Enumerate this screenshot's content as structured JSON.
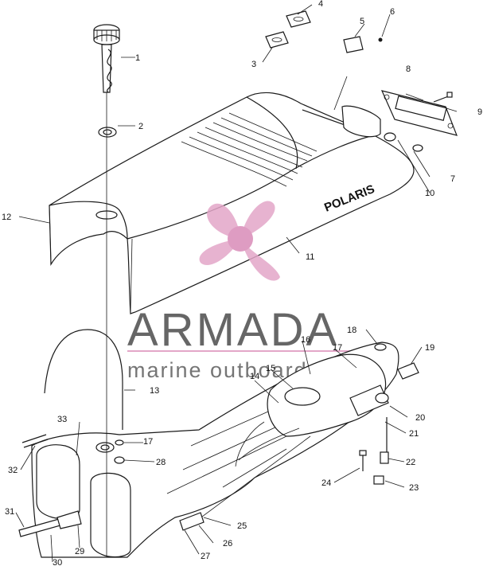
{
  "brand_text": "POLARIS",
  "watermark": {
    "title": "ARMADA",
    "subtitle": "marine outboards",
    "title_color": "#5a5a5a",
    "subtitle_color": "#6a6a6a",
    "logo_color": "#e3a6c8",
    "line_color": "#e3a6c8"
  },
  "callouts": [
    "1",
    "2",
    "3",
    "4",
    "5",
    "6",
    "7",
    "8",
    "9",
    "10",
    "11",
    "12",
    "13",
    "14",
    "15",
    "16",
    "17",
    "17",
    "18",
    "19",
    "20",
    "21",
    "22",
    "23",
    "24",
    "25",
    "26",
    "27",
    "28",
    "29",
    "30",
    "31",
    "32",
    "33"
  ]
}
